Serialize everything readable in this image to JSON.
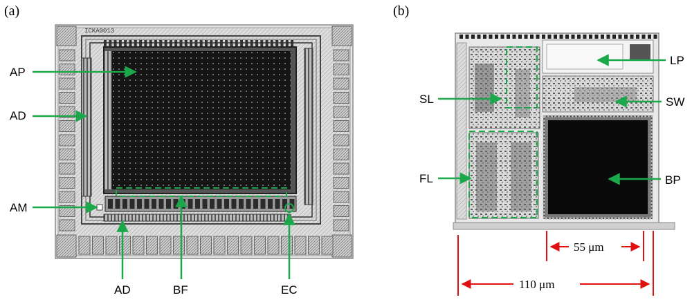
{
  "panels": [
    {
      "id": "a",
      "label": "(a)",
      "callouts": [
        {
          "text": "AP"
        },
        {
          "text": "AD"
        },
        {
          "text": "AM"
        },
        {
          "text": "AD"
        },
        {
          "text": "BF"
        },
        {
          "text": "EC"
        }
      ],
      "chip_id_text": "ICKA0013"
    },
    {
      "id": "b",
      "label": "(b)",
      "callouts": [
        {
          "text": "LP"
        },
        {
          "text": "SL"
        },
        {
          "text": "SW"
        },
        {
          "text": "FL"
        },
        {
          "text": "BP"
        }
      ],
      "dimensions": [
        {
          "text": "55 μm"
        },
        {
          "text": "110 μm"
        }
      ]
    }
  ],
  "colors": {
    "arrow_green": "#1aa84a",
    "dimension_red": "#e01010",
    "array_dark": "#111111",
    "layout_gray": "#8a8a8a"
  }
}
